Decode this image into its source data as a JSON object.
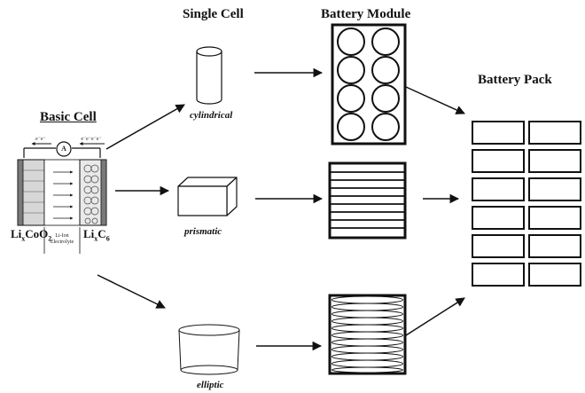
{
  "headers": {
    "single_cell": "Single Cell",
    "battery_module": "Battery Module",
    "battery_pack": "Battery Pack",
    "basic_cell": "Basic Cell"
  },
  "cell_labels": {
    "cylindrical": "cylindrical",
    "prismatic": "prismatic",
    "elliptic": "elliptic"
  },
  "basic_cell_detail": {
    "cathode_main": "Li",
    "cathode_sub": "x",
    "cathode_rest": "CoO",
    "cathode_sub2": "2",
    "anode_main": "Li",
    "anode_sub": "x",
    "anode_rest": "C",
    "anode_sub2": "6",
    "electrolyte": "Li-Ion Electrolyte",
    "ammeter": "A",
    "left_electrons": "e⁻e⁻",
    "right_electrons": "e⁻e⁻e⁻e⁻"
  },
  "colors": {
    "stroke": "#111111",
    "background": "#ffffff"
  }
}
